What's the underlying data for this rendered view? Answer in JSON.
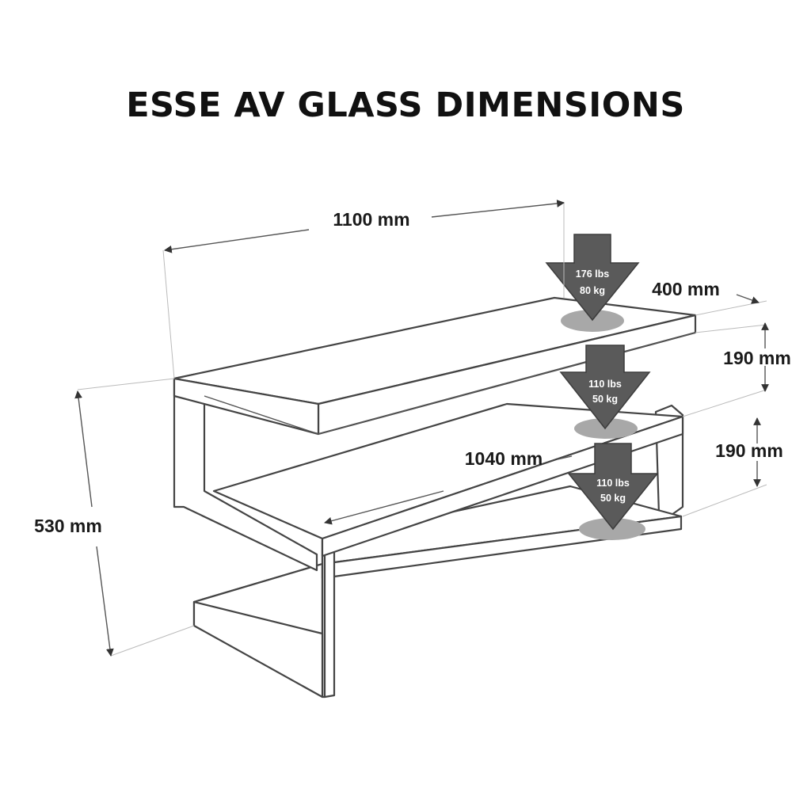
{
  "title": "ESSE AV GLASS DIMENSIONS",
  "dimensions": {
    "width": "1100 mm",
    "depth": "400 mm",
    "shelf_gap_top": "190 mm",
    "shelf_gap_bottom": "190 mm",
    "height": "530 mm",
    "inner_width": "1040 mm"
  },
  "loads": [
    {
      "weight_lbs": "176 lbs",
      "weight_kg": "80 kg"
    },
    {
      "weight_lbs": "110 lbs",
      "weight_kg": "50 kg"
    },
    {
      "weight_lbs": "110 lbs",
      "weight_kg": "50 kg"
    }
  ],
  "colors": {
    "line": "#444444",
    "arrow": "#5a5a5a",
    "footprint": "#a8a8a8",
    "text": "#1a1a1a"
  }
}
